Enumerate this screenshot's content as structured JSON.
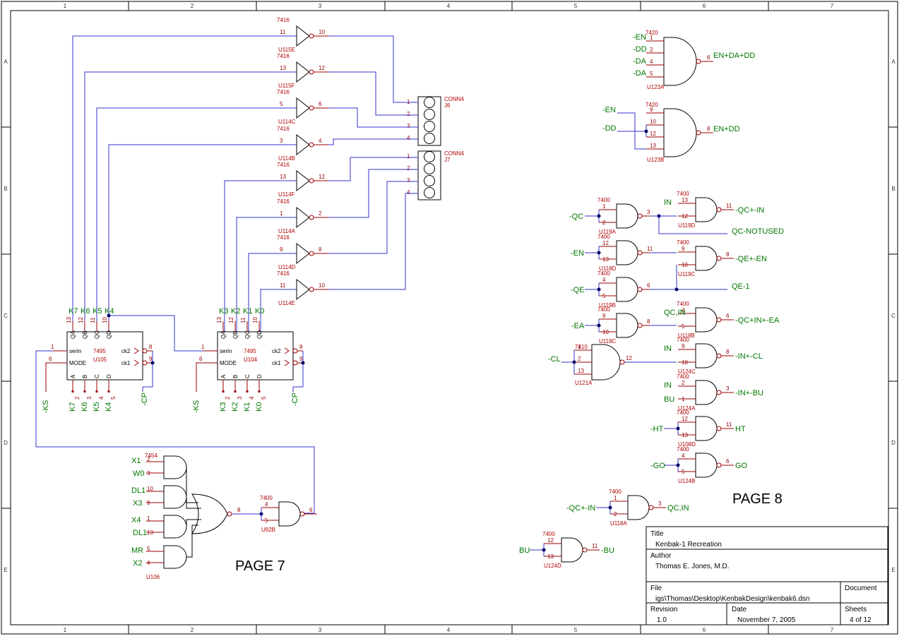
{
  "borders": {
    "cols": [
      "1",
      "2",
      "3",
      "4",
      "5",
      "6",
      "7"
    ],
    "rows": [
      "A",
      "B",
      "C",
      "D",
      "E"
    ]
  },
  "inverters": [
    {
      "type": "7416",
      "ref": "U115E",
      "pin_in": "11",
      "pin_out": "10"
    },
    {
      "type": "7416",
      "ref": "U115F",
      "pin_in": "13",
      "pin_out": "12"
    },
    {
      "type": "7416",
      "ref": "U114C",
      "pin_in": "5",
      "pin_out": "6"
    },
    {
      "type": "7416",
      "ref": "U114B",
      "pin_in": "3",
      "pin_out": "4"
    },
    {
      "type": "7416",
      "ref": "U114F",
      "pin_in": "13",
      "pin_out": "12"
    },
    {
      "type": "7416",
      "ref": "U114A",
      "pin_in": "1",
      "pin_out": "2"
    },
    {
      "type": "7416",
      "ref": "U114D",
      "pin_in": "9",
      "pin_out": "8"
    },
    {
      "type": "7416",
      "ref": "U114E",
      "pin_in": "11",
      "pin_out": "10"
    }
  ],
  "connectors": [
    {
      "type": "CONN4",
      "ref": "J6",
      "pins": [
        "1",
        "2",
        "3",
        "4"
      ]
    },
    {
      "type": "CONN4",
      "ref": "J7",
      "pins": [
        "1",
        "2",
        "3",
        "4"
      ]
    }
  ],
  "shift_registers": [
    {
      "type": "7495",
      "ref": "U105",
      "outputs": [
        "K7",
        "K6",
        "K5",
        "K4"
      ],
      "out_pins": [
        "13",
        "12",
        "11",
        "10"
      ],
      "inputs": [
        "K7",
        "K6",
        "K5",
        "K4"
      ],
      "in_pins": [
        "2",
        "3",
        "4",
        "5"
      ],
      "serin_pin": "1",
      "mode_pin": "6",
      "ck2_pin": "8",
      "ck1_pin": "9",
      "serin_net": "-KS",
      "clock_net": "-CP"
    },
    {
      "type": "7495",
      "ref": "U104",
      "outputs": [
        "K3",
        "K2",
        "K1",
        "K0"
      ],
      "out_pins": [
        "13",
        "12",
        "11",
        "10"
      ],
      "inputs": [
        "K3",
        "K2",
        "K1",
        "K0"
      ],
      "in_pins": [
        "2",
        "3",
        "4",
        "5"
      ],
      "serin_pin": "1",
      "mode_pin": "6",
      "ck2_pin": "8",
      "ck1_pin": "9",
      "serin_net": "-KS",
      "clock_net": "-CP"
    }
  ],
  "sr_pin_labels": {
    "top": [
      "QA",
      "QB",
      "QC",
      "QD"
    ],
    "bottom": [
      "A",
      "B",
      "C",
      "D"
    ],
    "serin": "serin",
    "mode": "MODE",
    "ck2": "ck2",
    "ck1": "ck1"
  },
  "gates_7420": [
    {
      "type": "7420",
      "ref": "U123A",
      "inputs": [
        "-EN",
        "-DD",
        "-DA",
        "-DA"
      ],
      "in_pins": [
        "1",
        "2",
        "4",
        "5"
      ],
      "out_pin": "6",
      "output": "EN+DA+DD"
    },
    {
      "type": "7420",
      "ref": "U123B",
      "inputs": [
        "-EN",
        "-DD"
      ],
      "in_pins": [
        "9",
        "10",
        "12",
        "13"
      ],
      "out_pin": "8",
      "output": "EN+DD"
    }
  ],
  "nand_gates": [
    {
      "type": "7400",
      "ref": "U119A",
      "input": "-QC",
      "pins": [
        "1",
        "2"
      ],
      "out_pin": "3"
    },
    {
      "type": "7400",
      "ref": "U118D",
      "input": "-EN",
      "pins": [
        "12",
        "13"
      ],
      "out_pin": "11"
    },
    {
      "type": "7400",
      "ref": "U119B",
      "input": "-QE",
      "pins": [
        "4",
        "5"
      ],
      "out_pin": "6"
    },
    {
      "type": "7400",
      "ref": "U118C",
      "input": "-EA",
      "pins": [
        "9",
        "10"
      ],
      "out_pin": "8"
    },
    {
      "type": "7400",
      "ref": "U119D",
      "inputs": [
        "IN",
        ""
      ],
      "pins": [
        "13",
        "12"
      ],
      "out_pin": "11",
      "output": "-QC+-IN"
    },
    {
      "type": "7400",
      "ref": "U119C",
      "inputs": [
        "",
        ""
      ],
      "pins": [
        "9",
        "10"
      ],
      "out_pin": "8",
      "output": "-QE+-EN"
    },
    {
      "type": "7400",
      "ref": "U118B",
      "inputs": [
        "QC,IN",
        ""
      ],
      "pins": [
        "4",
        "5"
      ],
      "out_pin": "6",
      "output": "-QC+IN+-EA"
    },
    {
      "type": "7400",
      "ref": "U124C",
      "inputs": [
        "IN",
        ""
      ],
      "pins": [
        "9",
        "10"
      ],
      "out_pin": "8",
      "output": "-IN+-CL"
    },
    {
      "type": "7400",
      "ref": "U124A",
      "inputs": [
        "IN",
        "BU"
      ],
      "pins": [
        "2",
        "1"
      ],
      "out_pin": "3",
      "output": "-IN+-BU"
    },
    {
      "type": "7400",
      "ref": "U108D",
      "input": "-HT",
      "pins": [
        "12",
        "13"
      ],
      "out_pin": "11",
      "output": "HT"
    },
    {
      "type": "7400",
      "ref": "U124B",
      "input": "-GO",
      "pins": [
        "4",
        "5"
      ],
      "out_pin": "6",
      "output": "GO"
    },
    {
      "type": "7400",
      "ref": "U118A",
      "input": "-QC+-IN",
      "pins": [
        "1",
        "2"
      ],
      "out_pin": "3",
      "output": "QC,IN"
    },
    {
      "type": "7400",
      "ref": "U124D",
      "input": "BU",
      "pins": [
        "12",
        "13"
      ],
      "out_pin": "11",
      "output": "-BU"
    },
    {
      "type": "7400",
      "ref": "U92B",
      "input": "",
      "pins": [
        "4",
        "5"
      ],
      "out_pin": "6"
    }
  ],
  "gate_7410": {
    "type": "7410",
    "ref": "U121A",
    "input": "-CL",
    "pins": [
      "1",
      "2",
      "13"
    ],
    "out_pin": "12"
  },
  "aoi_gate": {
    "type": "7454",
    "ref": "U106",
    "inputs": [
      "X1",
      "W0",
      "DL1",
      "X3",
      "X4",
      "DL1",
      "MR",
      "X2"
    ],
    "pins": [
      "2",
      "3",
      "10",
      "9",
      "1",
      "13",
      "5",
      "4"
    ],
    "out_pin": "8"
  },
  "misc_nets": {
    "qc_notused": "QC-NOTUSED",
    "qe_1": "QE-1"
  },
  "page_labels": {
    "page7": "PAGE 7",
    "page8": "PAGE 8"
  },
  "title_block": {
    "title_label": "Title",
    "title": "Kenbak-1 Recreation",
    "author_label": "Author",
    "author": "Thomas E. Jones, M.D.",
    "file_label": "File",
    "file": "igs\\Thomas\\Desktop\\KenbakDesign\\kenbak6.dsn",
    "document_label": "Document",
    "revision_label": "Revision",
    "revision": "1.0",
    "date_label": "Date",
    "date": "November 7, 2005",
    "sheets_label": "Sheets",
    "sheets": "4 of 12"
  }
}
